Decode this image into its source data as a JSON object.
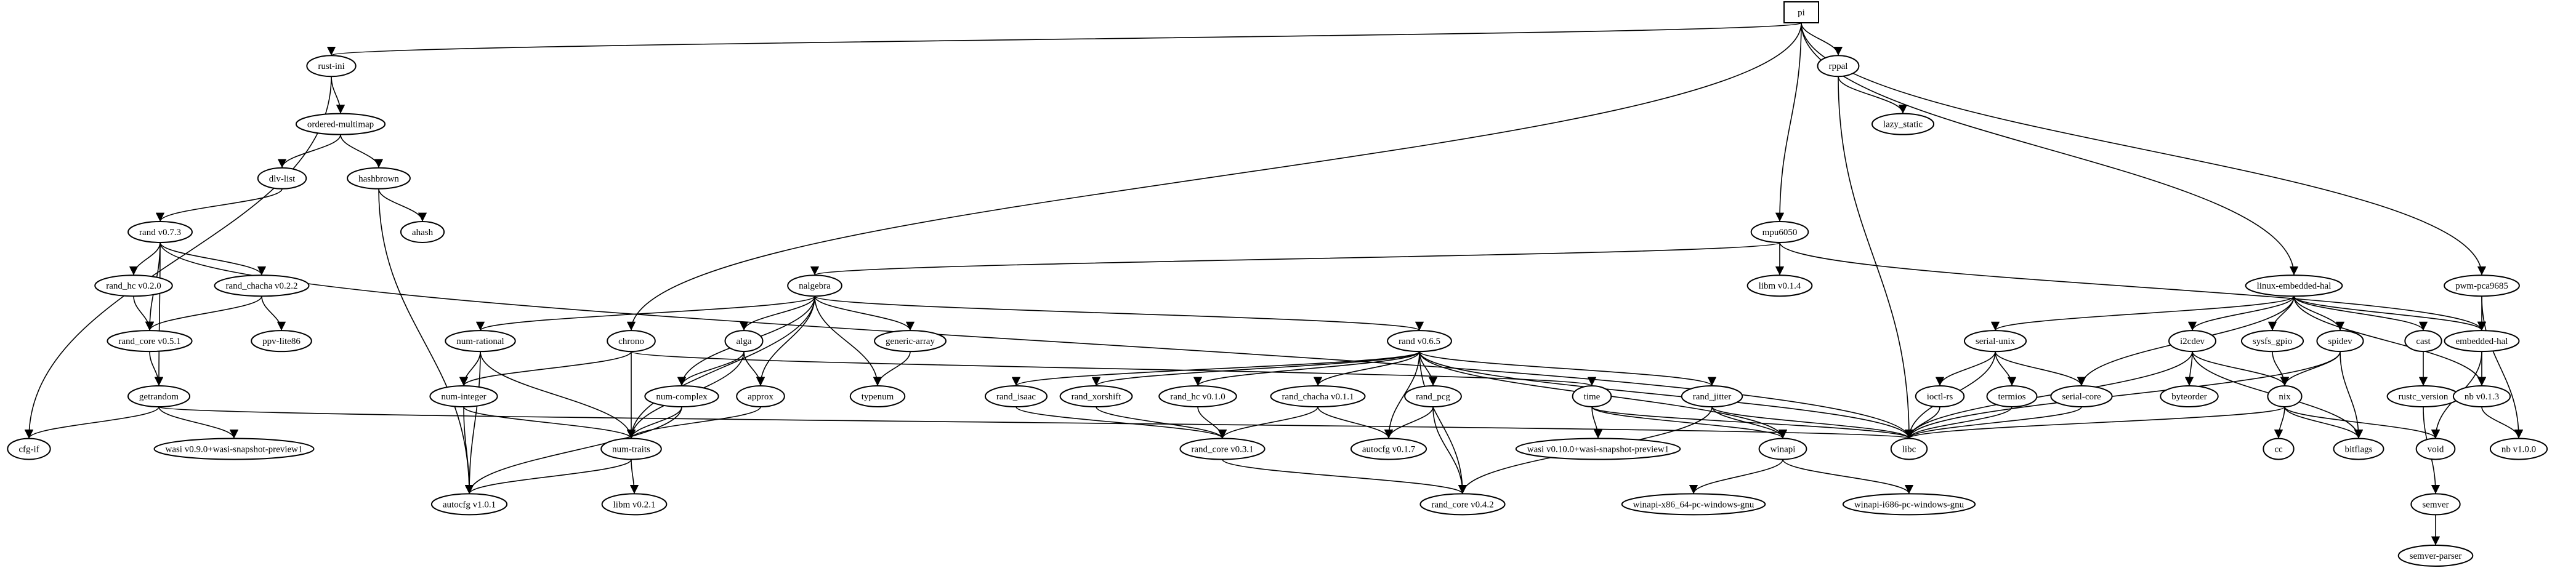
{
  "graph": {
    "type": "dependency-graph",
    "root": "pi",
    "nodes": [
      {
        "id": "pi",
        "label": "pi",
        "shape": "box"
      },
      {
        "id": "rust-ini",
        "label": "rust-ini"
      },
      {
        "id": "rppal",
        "label": "rppal"
      },
      {
        "id": "lazy_static",
        "label": "lazy_static"
      },
      {
        "id": "ordered-multimap",
        "label": "ordered-multimap"
      },
      {
        "id": "dlv-list",
        "label": "dlv-list"
      },
      {
        "id": "hashbrown",
        "label": "hashbrown"
      },
      {
        "id": "ahash",
        "label": "ahash"
      },
      {
        "id": "rand-073",
        "label": "rand v0.7.3"
      },
      {
        "id": "mpu6050",
        "label": "mpu6050"
      },
      {
        "id": "libm-014",
        "label": "libm v0.1.4"
      },
      {
        "id": "linux-embedded-hal",
        "label": "linux-embedded-hal"
      },
      {
        "id": "pwm-pca9685",
        "label": "pwm-pca9685"
      },
      {
        "id": "rand_hc-020",
        "label": "rand_hc v0.2.0"
      },
      {
        "id": "rand_chacha-022",
        "label": "rand_chacha v0.2.2"
      },
      {
        "id": "nalgebra",
        "label": "nalgebra"
      },
      {
        "id": "ppv-lite86",
        "label": "ppv-lite86"
      },
      {
        "id": "rand_core-051",
        "label": "rand_core v0.5.1"
      },
      {
        "id": "num-rational",
        "label": "num-rational"
      },
      {
        "id": "chrono",
        "label": "chrono"
      },
      {
        "id": "alga",
        "label": "alga"
      },
      {
        "id": "generic-array",
        "label": "generic-array"
      },
      {
        "id": "rand-065",
        "label": "rand v0.6.5"
      },
      {
        "id": "serial-unix",
        "label": "serial-unix"
      },
      {
        "id": "i2cdev",
        "label": "i2cdev"
      },
      {
        "id": "sysfs_gpio",
        "label": "sysfs_gpio"
      },
      {
        "id": "spidev",
        "label": "spidev"
      },
      {
        "id": "cast",
        "label": "cast"
      },
      {
        "id": "embedded-hal",
        "label": "embedded-hal"
      },
      {
        "id": "getrandom",
        "label": "getrandom"
      },
      {
        "id": "num-integer",
        "label": "num-integer"
      },
      {
        "id": "num-complex",
        "label": "num-complex"
      },
      {
        "id": "approx",
        "label": "approx"
      },
      {
        "id": "typenum",
        "label": "typenum"
      },
      {
        "id": "rand_isaac",
        "label": "rand_isaac"
      },
      {
        "id": "rand_xorshift",
        "label": "rand_xorshift"
      },
      {
        "id": "rand_hc-010",
        "label": "rand_hc v0.1.0"
      },
      {
        "id": "rand_chacha-011",
        "label": "rand_chacha v0.1.1"
      },
      {
        "id": "rand_pcg",
        "label": "rand_pcg"
      },
      {
        "id": "time",
        "label": "time"
      },
      {
        "id": "rand_jitter",
        "label": "rand_jitter"
      },
      {
        "id": "ioctl-rs",
        "label": "ioctl-rs"
      },
      {
        "id": "termios",
        "label": "termios"
      },
      {
        "id": "serial-core",
        "label": "serial-core"
      },
      {
        "id": "byteorder",
        "label": "byteorder"
      },
      {
        "id": "nix",
        "label": "nix"
      },
      {
        "id": "rustc_version",
        "label": "rustc_version"
      },
      {
        "id": "nb-013",
        "label": "nb v0.1.3"
      },
      {
        "id": "cfg-if",
        "label": "cfg-if"
      },
      {
        "id": "wasi-090",
        "label": "wasi v0.9.0+wasi-snapshot-preview1"
      },
      {
        "id": "num-traits",
        "label": "num-traits"
      },
      {
        "id": "rand_core-031",
        "label": "rand_core v0.3.1"
      },
      {
        "id": "autocfg-017",
        "label": "autocfg v0.1.7"
      },
      {
        "id": "wasi-0100",
        "label": "wasi v0.10.0+wasi-snapshot-preview1"
      },
      {
        "id": "winapi",
        "label": "winapi"
      },
      {
        "id": "libc",
        "label": "libc"
      },
      {
        "id": "cc",
        "label": "cc"
      },
      {
        "id": "bitflags",
        "label": "bitflags"
      },
      {
        "id": "void",
        "label": "void"
      },
      {
        "id": "semver",
        "label": "semver"
      },
      {
        "id": "nb-100",
        "label": "nb v1.0.0"
      },
      {
        "id": "autocfg-101",
        "label": "autocfg v1.0.1"
      },
      {
        "id": "libm-021",
        "label": "libm v0.2.1"
      },
      {
        "id": "rand_core-042",
        "label": "rand_core v0.4.2"
      },
      {
        "id": "winapi-x86_64",
        "label": "winapi-x86_64-pc-windows-gnu"
      },
      {
        "id": "winapi-i686",
        "label": "winapi-i686-pc-windows-gnu"
      },
      {
        "id": "semver-parser",
        "label": "semver-parser"
      }
    ],
    "edges": [
      [
        "pi",
        "rust-ini"
      ],
      [
        "pi",
        "rppal"
      ],
      [
        "pi",
        "chrono"
      ],
      [
        "pi",
        "mpu6050"
      ],
      [
        "pi",
        "linux-embedded-hal"
      ],
      [
        "pi",
        "pwm-pca9685"
      ],
      [
        "rust-ini",
        "ordered-multimap"
      ],
      [
        "rust-ini",
        "cfg-if"
      ],
      [
        "rppal",
        "lazy_static"
      ],
      [
        "rppal",
        "libc"
      ],
      [
        "ordered-multimap",
        "dlv-list"
      ],
      [
        "ordered-multimap",
        "hashbrown"
      ],
      [
        "dlv-list",
        "rand-073"
      ],
      [
        "hashbrown",
        "ahash"
      ],
      [
        "hashbrown",
        "autocfg-101"
      ],
      [
        "rand-073",
        "rand_hc-020"
      ],
      [
        "rand-073",
        "rand_chacha-022"
      ],
      [
        "rand-073",
        "rand_core-051"
      ],
      [
        "rand-073",
        "getrandom"
      ],
      [
        "rand-073",
        "libc"
      ],
      [
        "rand_hc-020",
        "rand_core-051"
      ],
      [
        "rand_chacha-022",
        "rand_core-051"
      ],
      [
        "rand_chacha-022",
        "ppv-lite86"
      ],
      [
        "rand_core-051",
        "getrandom"
      ],
      [
        "getrandom",
        "cfg-if"
      ],
      [
        "getrandom",
        "wasi-090"
      ],
      [
        "getrandom",
        "libc"
      ],
      [
        "mpu6050",
        "libm-014"
      ],
      [
        "mpu6050",
        "nalgebra"
      ],
      [
        "mpu6050",
        "embedded-hal"
      ],
      [
        "nalgebra",
        "num-rational"
      ],
      [
        "nalgebra",
        "num-complex"
      ],
      [
        "nalgebra",
        "alga"
      ],
      [
        "nalgebra",
        "approx"
      ],
      [
        "nalgebra",
        "typenum"
      ],
      [
        "nalgebra",
        "generic-array"
      ],
      [
        "nalgebra",
        "rand-065"
      ],
      [
        "nalgebra",
        "num-traits"
      ],
      [
        "num-rational",
        "num-integer"
      ],
      [
        "num-rational",
        "num-traits"
      ],
      [
        "num-rational",
        "autocfg-101"
      ],
      [
        "chrono",
        "num-integer"
      ],
      [
        "chrono",
        "num-traits"
      ],
      [
        "chrono",
        "time"
      ],
      [
        "alga",
        "num-complex"
      ],
      [
        "alga",
        "approx"
      ],
      [
        "alga",
        "num-traits"
      ],
      [
        "generic-array",
        "typenum"
      ],
      [
        "num-integer",
        "num-traits"
      ],
      [
        "num-integer",
        "autocfg-101"
      ],
      [
        "num-complex",
        "num-traits"
      ],
      [
        "num-complex",
        "autocfg-101"
      ],
      [
        "approx",
        "num-traits"
      ],
      [
        "num-traits",
        "autocfg-101"
      ],
      [
        "num-traits",
        "libm-021"
      ],
      [
        "rand-065",
        "rand_isaac"
      ],
      [
        "rand-065",
        "rand_xorshift"
      ],
      [
        "rand-065",
        "rand_hc-010"
      ],
      [
        "rand-065",
        "rand_chacha-011"
      ],
      [
        "rand-065",
        "rand_pcg"
      ],
      [
        "rand-065",
        "rand_jitter"
      ],
      [
        "rand-065",
        "autocfg-017"
      ],
      [
        "rand-065",
        "rand_core-042"
      ],
      [
        "rand-065",
        "libc"
      ],
      [
        "rand-065",
        "winapi"
      ],
      [
        "rand_isaac",
        "rand_core-031"
      ],
      [
        "rand_xorshift",
        "rand_core-031"
      ],
      [
        "rand_hc-010",
        "rand_core-031"
      ],
      [
        "rand_chacha-011",
        "rand_core-031"
      ],
      [
        "rand_chacha-011",
        "autocfg-017"
      ],
      [
        "rand_pcg",
        "autocfg-017"
      ],
      [
        "rand_pcg",
        "rand_core-042"
      ],
      [
        "rand_core-031",
        "rand_core-042"
      ],
      [
        "time",
        "libc"
      ],
      [
        "time",
        "wasi-0100"
      ],
      [
        "time",
        "winapi"
      ],
      [
        "rand_jitter",
        "libc"
      ],
      [
        "rand_jitter",
        "winapi"
      ],
      [
        "rand_jitter",
        "rand_core-042"
      ],
      [
        "winapi",
        "winapi-x86_64"
      ],
      [
        "winapi",
        "winapi-i686"
      ],
      [
        "linux-embedded-hal",
        "serial-unix"
      ],
      [
        "linux-embedded-hal",
        "serial-core"
      ],
      [
        "linux-embedded-hal",
        "i2cdev"
      ],
      [
        "linux-embedded-hal",
        "sysfs_gpio"
      ],
      [
        "linux-embedded-hal",
        "spidev"
      ],
      [
        "linux-embedded-hal",
        "cast"
      ],
      [
        "linux-embedded-hal",
        "embedded-hal"
      ],
      [
        "linux-embedded-hal",
        "nb-013"
      ],
      [
        "serial-unix",
        "ioctl-rs"
      ],
      [
        "serial-unix",
        "termios"
      ],
      [
        "serial-unix",
        "serial-core"
      ],
      [
        "serial-unix",
        "libc"
      ],
      [
        "ioctl-rs",
        "libc"
      ],
      [
        "termios",
        "libc"
      ],
      [
        "serial-core",
        "libc"
      ],
      [
        "i2cdev",
        "byteorder"
      ],
      [
        "i2cdev",
        "nix"
      ],
      [
        "i2cdev",
        "libc"
      ],
      [
        "i2cdev",
        "bitflags"
      ],
      [
        "sysfs_gpio",
        "nix"
      ],
      [
        "spidev",
        "nix"
      ],
      [
        "spidev",
        "libc"
      ],
      [
        "spidev",
        "bitflags"
      ],
      [
        "nix",
        "libc"
      ],
      [
        "nix",
        "cc"
      ],
      [
        "nix",
        "bitflags"
      ],
      [
        "nix",
        "void"
      ],
      [
        "cast",
        "rustc_version"
      ],
      [
        "rustc_version",
        "semver"
      ],
      [
        "semver",
        "semver-parser"
      ],
      [
        "pwm-pca9685",
        "embedded-hal"
      ],
      [
        "pwm-pca9685",
        "nb-100"
      ],
      [
        "embedded-hal",
        "nb-013"
      ],
      [
        "embedded-hal",
        "void"
      ],
      [
        "nb-013",
        "nb-100"
      ]
    ]
  }
}
